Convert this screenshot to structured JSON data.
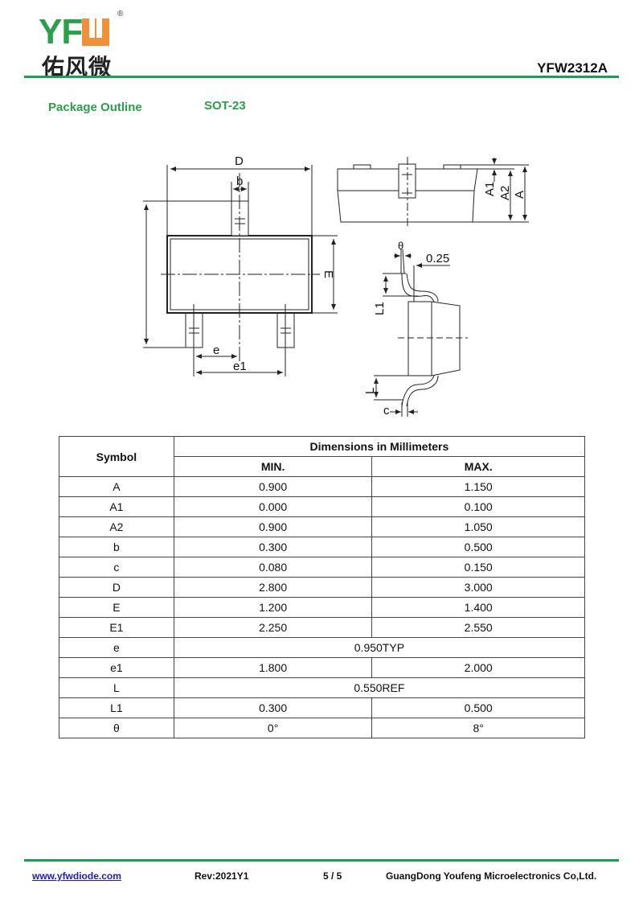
{
  "header": {
    "logo_text": "YFW",
    "logo_cn": "佑风微",
    "registered": "®",
    "part_number": "YFW2312A"
  },
  "section": {
    "title": "Package Outline",
    "package": "SOT-23"
  },
  "drawing": {
    "labels": {
      "D": "D",
      "b": "b",
      "E": "E",
      "e": "e",
      "e1": "e1",
      "A1": "A1",
      "A2": "A2",
      "A": "A",
      "theta": "θ",
      "dim_025": "0.25",
      "L1": "L1",
      "L": "L",
      "c": "c"
    }
  },
  "table": {
    "symbol_header": "Symbol",
    "dim_header": "Dimensions in Millimeters",
    "min_header": "MIN.",
    "max_header": "MAX.",
    "rows": [
      {
        "sym": "A",
        "min": "0.900",
        "max": "1.150"
      },
      {
        "sym": "A1",
        "min": "0.000",
        "max": "0.100"
      },
      {
        "sym": "A2",
        "min": "0.900",
        "max": "1.050"
      },
      {
        "sym": "b",
        "min": "0.300",
        "max": "0.500"
      },
      {
        "sym": "c",
        "min": "0.080",
        "max": "0.150"
      },
      {
        "sym": "D",
        "min": "2.800",
        "max": "3.000"
      },
      {
        "sym": "E",
        "min": "1.200",
        "max": "1.400"
      },
      {
        "sym": "E1",
        "min": "2.250",
        "max": "2.550"
      },
      {
        "sym": "e",
        "span": "0.950TYP"
      },
      {
        "sym": "e1",
        "min": "1.800",
        "max": "2.000"
      },
      {
        "sym": "L",
        "span": "0.550REF"
      },
      {
        "sym": "L1",
        "min": "0.300",
        "max": "0.500"
      },
      {
        "sym": "θ",
        "min": "0°",
        "max": "8°"
      }
    ]
  },
  "footer": {
    "url": "www.yfwdiode.com",
    "rev": "Rev:2021Y1",
    "page": "5 / 5",
    "company": "GuangDong Youfeng Microelectronics Co,Ltd."
  },
  "colors": {
    "green": "#2aa04a",
    "orange": "#f0913a",
    "line": "#1e9e52"
  }
}
